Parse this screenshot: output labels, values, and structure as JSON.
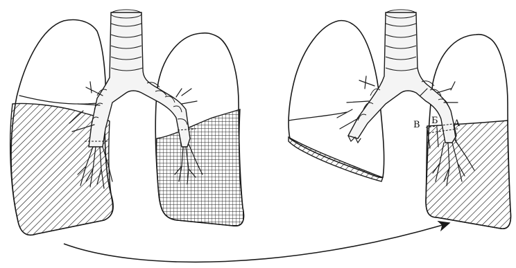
{
  "labels": {
    "cut_b_cyr": "B",
    "cut_be": "Б",
    "cut_a": "A"
  },
  "colors": {
    "ink": "#1a1a1a",
    "paper": "#ffffff"
  }
}
